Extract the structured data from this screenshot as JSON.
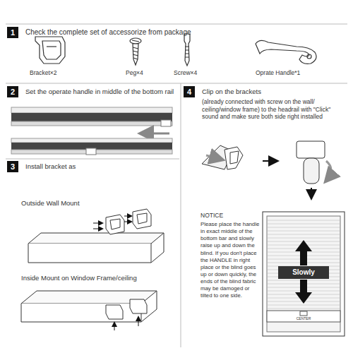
{
  "diagram": {
    "nodes": [
      {
        "text": [
          "Check the complete set of accessorize from package"
        ]
      },
      {
        "text": [
          "1"
        ],
        "in": 0
      },
      {
        "text": [
          "Set the operate handle in middle of the bottom rail"
        ]
      },
      {
        "text": [
          "2"
        ],
        "in": 2
      },
      {
        "text": [
          "Install bracket as"
        ]
      },
      {
        "text": [
          "3"
        ],
        "in": 4
      },
      {
        "text": [
          "Clip on the brackets",
          "(already connected with screw on the wall/ ceiling/window frame) to the headrail with \"Click\" sound and make sure both side right installed"
        ]
      },
      {
        "text": [
          "4"
        ],
        "in": 6
      }
    ],
    "labels": [
      "Bracket×2",
      "Peg×4",
      "Screw×4",
      "Oprate Handle*1",
      "Outside Wall Mount",
      "Inside Mount on Window Frame/ceiling",
      "NOTICE",
      "Please place the handle in exact middle of the bottom bar and slowly raise up and down the blind. If you don't place the HANDLE in right place or the blind goes up or down quickly, the ends of the blind fabric may be damoged or tilted to one side.",
      "Slowly",
      "CENTER"
    ]
  }
}
